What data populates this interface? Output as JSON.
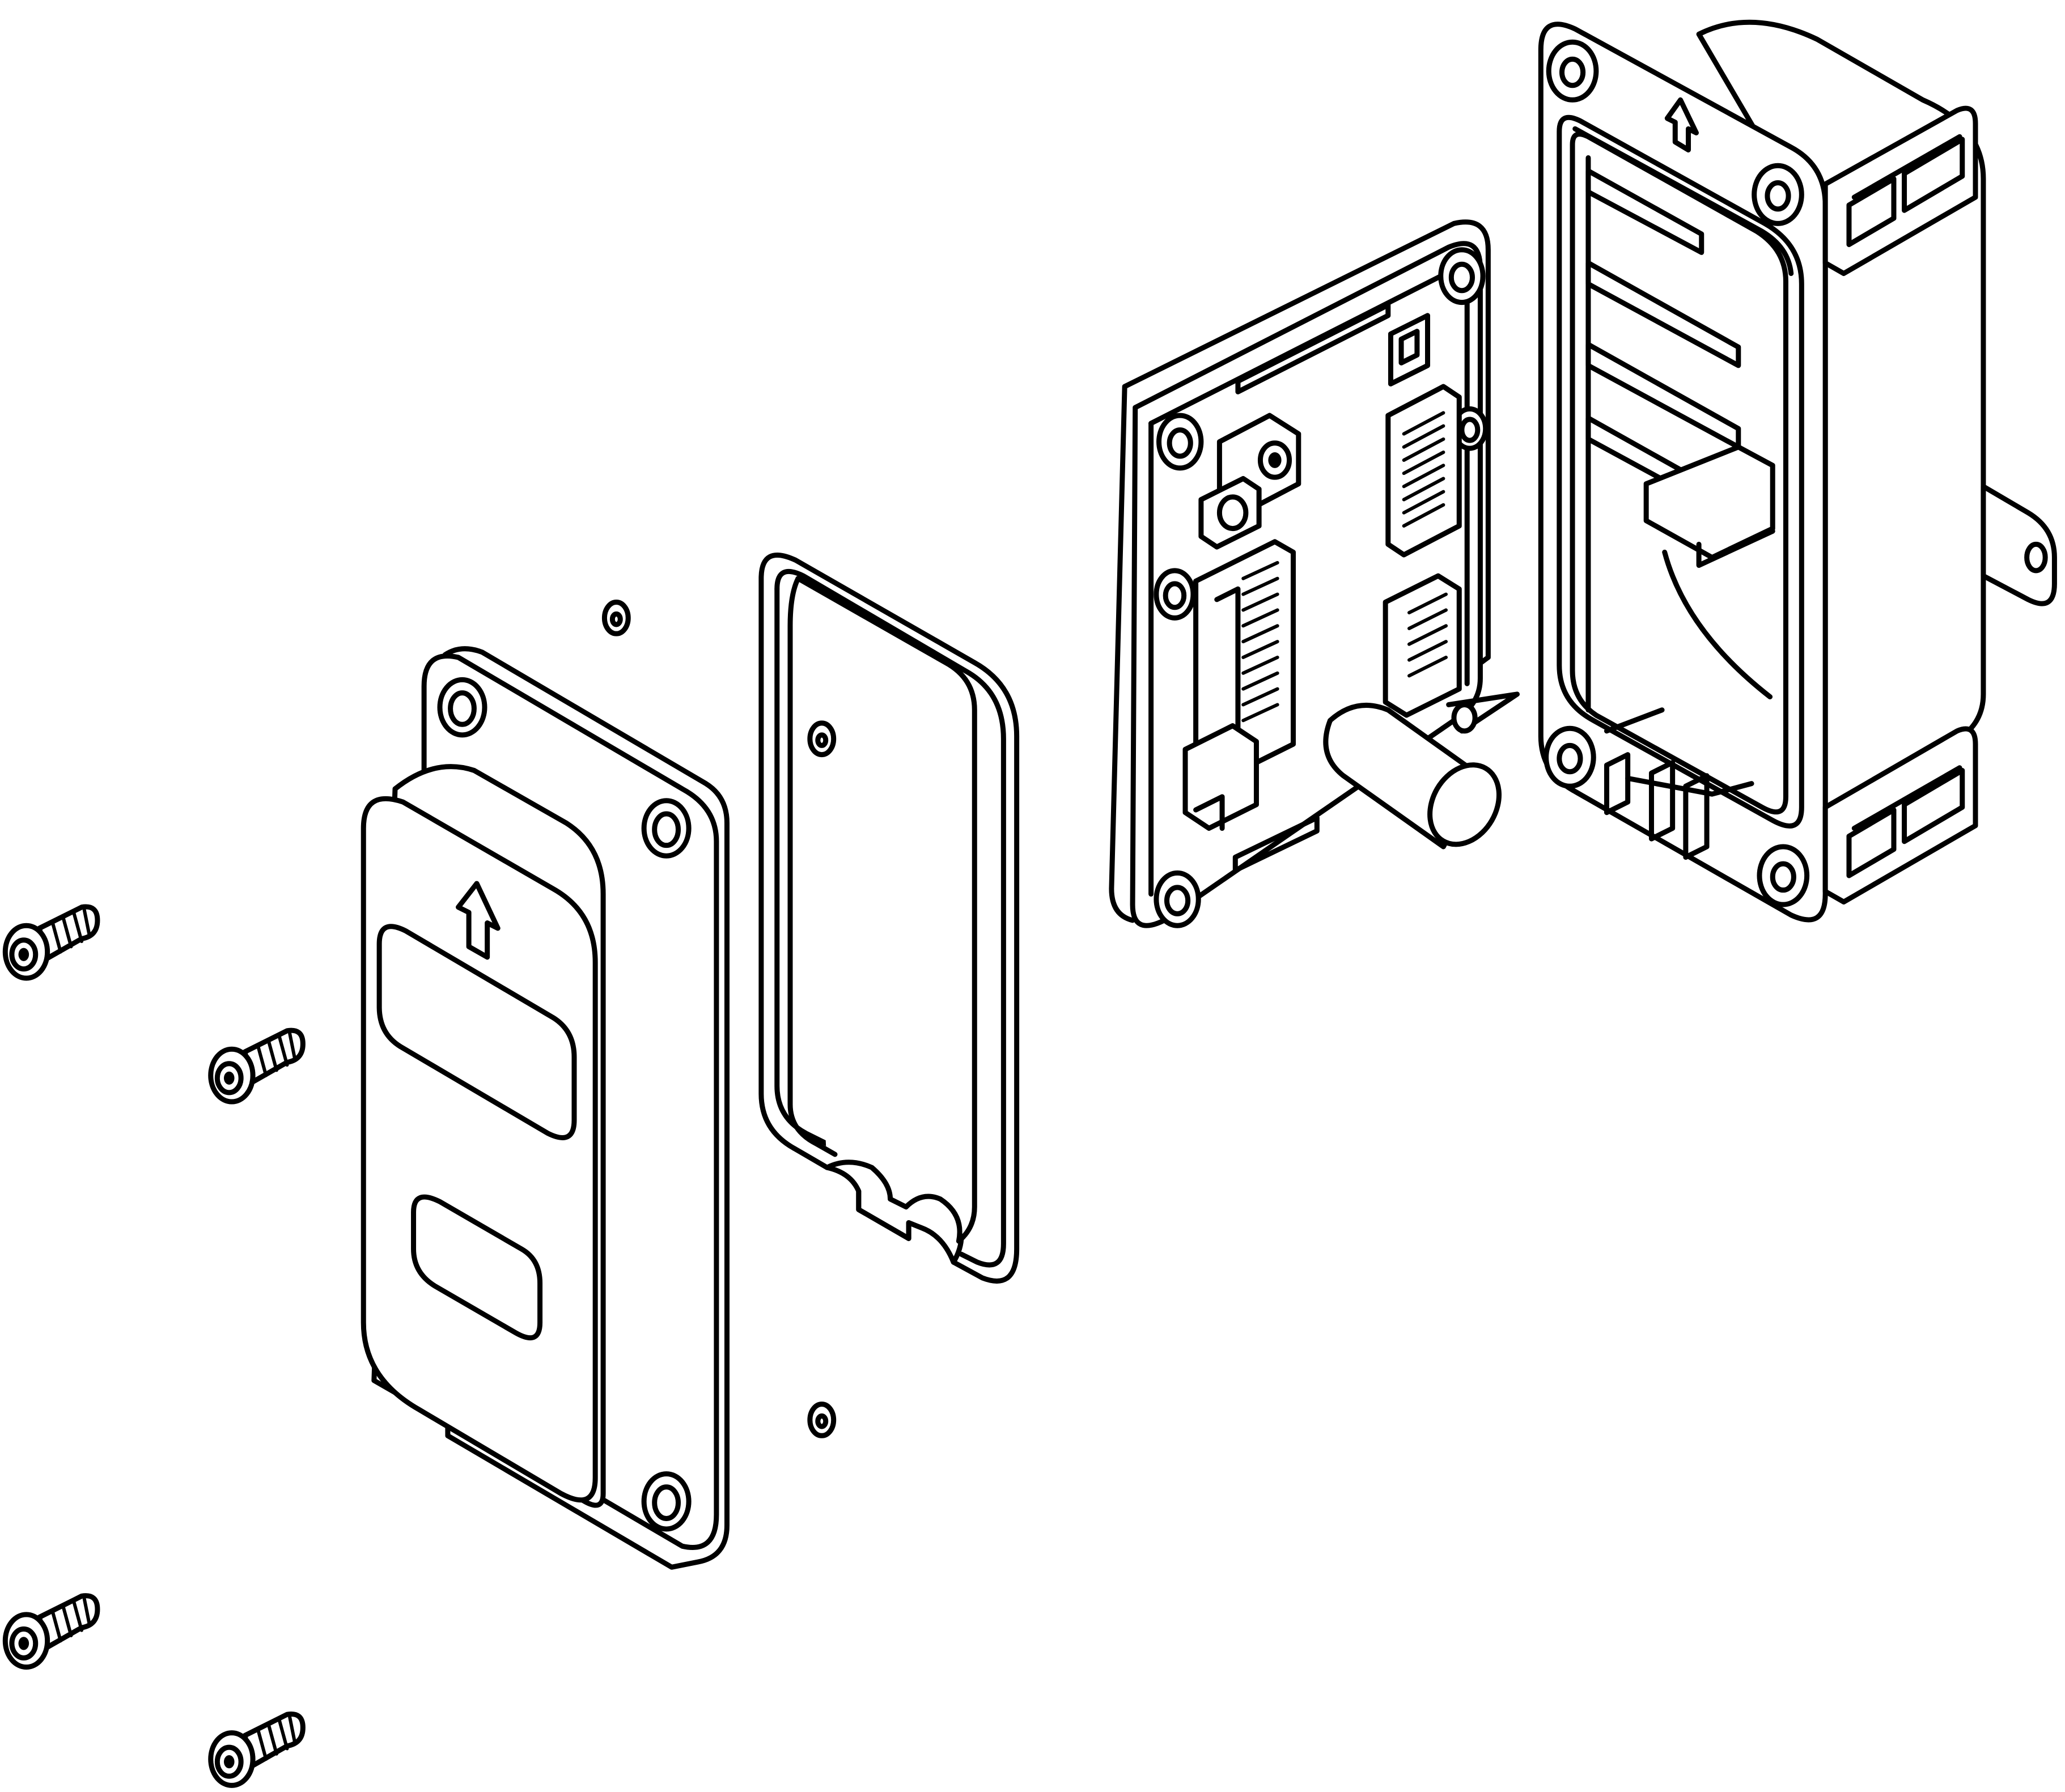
{
  "drawing": {
    "line_color": "#000000",
    "background_color": "#ffffff",
    "parts": [
      {
        "id": "screw",
        "icon": "screw-icon",
        "count": 4
      },
      {
        "id": "front-cover",
        "icon": "arrow-up-icon"
      },
      {
        "id": "o-ring",
        "count": 2
      },
      {
        "id": "gasket"
      },
      {
        "id": "circuit-board"
      },
      {
        "id": "enclosure-base",
        "icon": "arrow-up-icon"
      }
    ]
  }
}
